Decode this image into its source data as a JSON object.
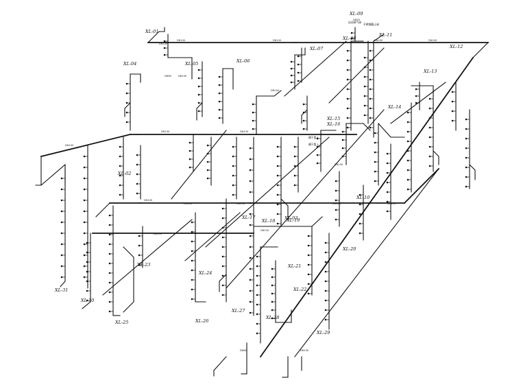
{
  "risers": [
    "XL-04",
    "XL-05",
    "XL-06",
    "XL-07",
    "XL-08",
    "XL-09",
    "XL-11",
    "XL-12",
    "XL-13",
    "XL-14",
    "XL-15",
    "XL-16",
    "XL-17",
    "XL-18",
    "XL-19",
    "XL-20",
    "XL-21",
    "XL-22",
    "XL-23",
    "XL-24",
    "XL-25",
    "XL-26",
    "XL-27",
    "XL-28",
    "XL-29",
    "XL-30",
    "XL-31",
    "XL-02",
    "XL-03",
    "XL-01",
    "XL-10"
  ],
  "pipe_sizes": {
    "dn100": "DN100",
    "dn200": "DN200",
    "dn150": "DN150",
    "dn80": "DN80",
    "dn65": "DN65",
    "dn25": "DN25"
  },
  "notes": {
    "valve_top_a": "自动排气阀",
    "valve_top_b": "不锈钢截止阀",
    "riser_note_a": "横干管上",
    "riser_note_b": "横干管上"
  },
  "colors": {
    "line": "#111111",
    "background": "#ffffff"
  }
}
